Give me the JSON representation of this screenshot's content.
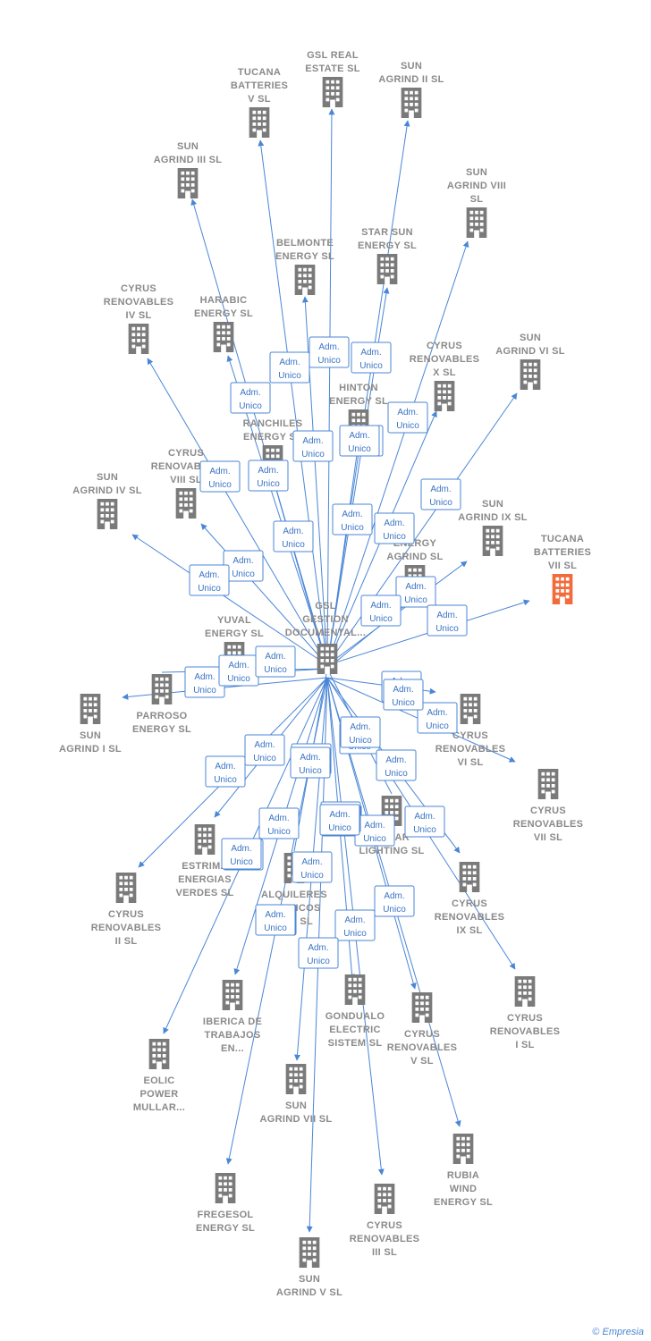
{
  "center": {
    "id": "gsl",
    "lines": [
      "GSL",
      "GESTION",
      "DOCUMENTAL..."
    ]
  },
  "badge_lines": [
    "Adm.",
    "Unico"
  ],
  "footer": {
    "copyright": "©",
    "brand": "Empresia"
  },
  "colors": {
    "edge": "#4a86d6",
    "building": "#7a7a7a",
    "highlight": "#f26b3a"
  },
  "nodes": [
    {
      "id": "gsl-real-estate",
      "lines": [
        "GSL REAL",
        "ESTATE  SL"
      ]
    },
    {
      "id": "sun-agrind-ii",
      "lines": [
        "SUN",
        "AGRIND II  SL"
      ]
    },
    {
      "id": "tucana-batteries-v",
      "lines": [
        "TUCANA",
        "BATTERIES",
        "V  SL"
      ]
    },
    {
      "id": "sun-agrind-iii",
      "lines": [
        "SUN",
        "AGRIND III  SL"
      ]
    },
    {
      "id": "sun-agrind-viii",
      "lines": [
        "SUN",
        "AGRIND VIII",
        "SL"
      ]
    },
    {
      "id": "belmonte-energy",
      "lines": [
        "BELMONTE",
        "ENERGY  SL"
      ]
    },
    {
      "id": "star-sun-energy",
      "lines": [
        "STAR SUN",
        "ENERGY  SL"
      ]
    },
    {
      "id": "cyrus-renovables-iv",
      "lines": [
        "CYRUS",
        "RENOVABLES",
        "IV  SL"
      ]
    },
    {
      "id": "harabic-energy",
      "lines": [
        "HARABIC",
        "ENERGY  SL"
      ]
    },
    {
      "id": "sun-agrind-vi",
      "lines": [
        "SUN",
        "AGRIND VI  SL"
      ]
    },
    {
      "id": "cyrus-renovables-x",
      "lines": [
        "CYRUS",
        "RENOVABLES",
        "X  SL"
      ]
    },
    {
      "id": "hinton-energy",
      "lines": [
        "HINTON",
        "ENERGY  SL"
      ]
    },
    {
      "id": "ranchiles-energy",
      "lines": [
        "RANCHILES",
        "ENERGY  SL"
      ]
    },
    {
      "id": "cyrus-renovables-viii",
      "lines": [
        "CYRUS",
        "RENOVABLES",
        "VIII  SL"
      ]
    },
    {
      "id": "sun-agrind-iv",
      "lines": [
        "SUN",
        "AGRIND IV  SL"
      ]
    },
    {
      "id": "sun-agrind-ix",
      "lines": [
        "SUN",
        "AGRIND IX  SL"
      ]
    },
    {
      "id": "tucana-batteries-vii",
      "lines": [
        "TUCANA",
        "BATTERIES",
        "VII  SL"
      ],
      "highlight": true
    },
    {
      "id": "energy-agrind",
      "lines": [
        "ENERGY",
        "AGRIND  SL"
      ]
    },
    {
      "id": "yuval-energy",
      "lines": [
        "YUVAL",
        "ENERGY  SL"
      ]
    },
    {
      "id": "parroso-energy",
      "lines": [
        "PARROSO",
        "ENERGY  SL"
      ]
    },
    {
      "id": "sun-agrind-i",
      "lines": [
        "SUN",
        "AGRIND I  SL"
      ]
    },
    {
      "id": "cyrus-renovables-vi",
      "lines": [
        "CYRUS",
        "RENOVABLES",
        "VI  SL"
      ]
    },
    {
      "id": "cyrus-renovables-vii",
      "lines": [
        "CYRUS",
        "RENOVABLES",
        "VII  SL"
      ]
    },
    {
      "id": "solar-lighting",
      "lines": [
        "SOLAR",
        "LIGHTING SL"
      ]
    },
    {
      "id": "estrima-energias-verdes",
      "lines": [
        "ESTRIMA",
        "ENERGIAS",
        "VERDES  SL"
      ]
    },
    {
      "id": "alquileres-tecnicos-sur",
      "lines": [
        "ALQUILERES",
        "TECNICOS",
        "SUR SL"
      ]
    },
    {
      "id": "cyrus-renovables-ix",
      "lines": [
        "CYRUS",
        "RENOVABLES",
        "IX  SL"
      ]
    },
    {
      "id": "cyrus-renovables-ii",
      "lines": [
        "CYRUS",
        "RENOVABLES",
        "II  SL"
      ]
    },
    {
      "id": "iberica-de-trabajos",
      "lines": [
        "IBERICA DE",
        "TRABAJOS",
        "EN..."
      ]
    },
    {
      "id": "gondualo-electric-sistem",
      "lines": [
        "GONDUALO",
        "ELECTRIC",
        "SISTEM  SL"
      ]
    },
    {
      "id": "cyrus-renovables-v",
      "lines": [
        "CYRUS",
        "RENOVABLES",
        "V  SL"
      ]
    },
    {
      "id": "cyrus-renovables-i",
      "lines": [
        "CYRUS",
        "RENOVABLES",
        "I  SL"
      ]
    },
    {
      "id": "eolic-power-mullar",
      "lines": [
        "EOLIC",
        "POWER",
        "MULLAR..."
      ]
    },
    {
      "id": "sun-agrind-vii",
      "lines": [
        "SUN",
        "AGRIND VII  SL"
      ]
    },
    {
      "id": "rubia-wind-energy",
      "lines": [
        "RUBIA",
        "WIND",
        "ENERGY  SL"
      ]
    },
    {
      "id": "fregesol-energy",
      "lines": [
        "FREGESOL",
        "ENERGY  SL"
      ]
    },
    {
      "id": "cyrus-renovables-iii",
      "lines": [
        "CYRUS",
        "RENOVABLES",
        "III  SL"
      ]
    },
    {
      "id": "sun-agrind-v",
      "lines": [
        "SUN",
        "AGRIND V  SL"
      ]
    }
  ]
}
